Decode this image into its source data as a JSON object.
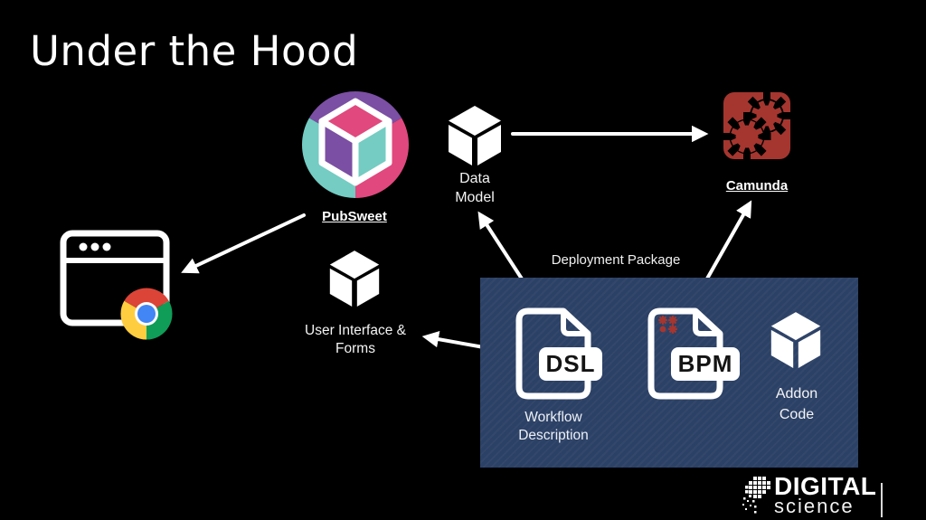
{
  "slide": {
    "title": "Under the Hood"
  },
  "pubsweet": {
    "label": "PubSweet"
  },
  "data_model": {
    "line1": "Data",
    "line2": "Model"
  },
  "camunda": {
    "label": "Camunda"
  },
  "ui_forms": {
    "line1": "User Interface &",
    "line2": "Forms"
  },
  "deployment": {
    "label": "Deployment Package",
    "dsl_badge": "DSL",
    "bpm_badge": "BPM",
    "workflow": {
      "line1": "Workflow",
      "line2": "Description"
    },
    "addon": {
      "line1": "Addon",
      "line2": "Code"
    }
  },
  "brand": {
    "line1": "DIGITAL",
    "line2": "science"
  },
  "colors": {
    "background": "#000000",
    "deployment_box": "#2c4166",
    "camunda_red": "#a5362f",
    "pubsweet_purple": "#7b4fa3",
    "pubsweet_teal": "#74ccc3",
    "pubsweet_pink": "#e0487e",
    "chrome_red": "#db4437",
    "chrome_yellow": "#ffcd40",
    "chrome_green": "#0f9d58",
    "chrome_blue": "#4285f4"
  },
  "edges": [
    {
      "from": "PubSweet",
      "to": "Browser"
    },
    {
      "from": "Data Model",
      "to": "Camunda"
    },
    {
      "from": "Workflow Description (DSL)",
      "to": "Data Model"
    },
    {
      "from": "Workflow Description (DSL)",
      "to": "User Interface & Forms"
    },
    {
      "from": "BPM",
      "to": "Camunda"
    }
  ]
}
